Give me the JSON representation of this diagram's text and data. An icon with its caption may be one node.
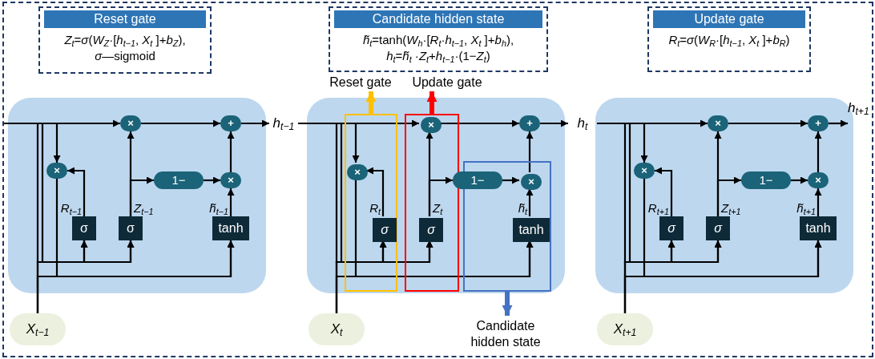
{
  "diagram": {
    "nodes": [
      {
        "text": [
          "Reset gate",
          "*Z*$_{t}$=*σ*(*W*$_{Z}$·[*h*$_{t−1}$, *X*$_{t}$ ]+*b*$_{Z}$),",
          "*σ*—sigmoid"
        ]
      },
      {
        "text": [
          "Candidate hidden state",
          "*h̃*$_{t}$=tanh(*W*$_{h}$·[*R*$_{t}$·*h*$_{t−1}$, *X*$_{t}$ ]+*b*$_{h}$),",
          "*h*$_{t}$=*h̃*$_{t}$ ·*Z*$_{t}$+*h*$_{t−1}$·(1−*Z*$_{t}$)"
        ]
      },
      {
        "text": [
          "Update gate",
          "*R*$_{t}$=*σ*(*W*$_{R}$·[*h*$_{t−1}$, *X*$_{t}$ ]+*b*$_{R}$)"
        ]
      },
      {
        "text": [
          "Reset gate"
        ]
      },
      {
        "text": [
          "Update gate"
        ]
      },
      {
        "text": [],
        "shape": "box"
      },
      {
        "text": [
          "×"
        ],
        "in": 5
      },
      {
        "text": [
          "+"
        ],
        "in": 5
      },
      {
        "text": [
          "×"
        ],
        "in": 5
      },
      {
        "text": [
          "1−"
        ],
        "in": 5
      },
      {
        "text": [
          "×"
        ],
        "in": 5
      },
      {
        "text": [
          "σ"
        ],
        "in": 5
      },
      {
        "text": [
          "σ"
        ],
        "in": 5
      },
      {
        "text": [
          "tanh"
        ],
        "in": 5
      },
      {
        "text": [
          "X$_{t−1}$"
        ]
      },
      {
        "text": [
          "h$_{t−1}$"
        ]
      },
      {
        "text": [],
        "shape": "box"
      },
      {
        "text": [],
        "shape": "box",
        "in": 16
      },
      {
        "text": [],
        "shape": "box",
        "in": 16
      },
      {
        "text": [],
        "shape": "box",
        "in": 16
      },
      {
        "text": [
          "×"
        ],
        "in": 18
      },
      {
        "text": [
          "+"
        ],
        "in": 16
      },
      {
        "text": [
          "×"
        ],
        "in": 17
      },
      {
        "text": [
          "1−"
        ],
        "in": 16
      },
      {
        "text": [
          "×"
        ],
        "in": 19
      },
      {
        "text": [
          "σ"
        ],
        "in": 17
      },
      {
        "text": [
          "σ"
        ],
        "in": 18
      },
      {
        "text": [
          "tanh"
        ],
        "in": 19
      },
      {
        "text": [
          "X$_{t}$"
        ]
      },
      {
        "text": [
          "h$_{t}$"
        ]
      },
      {
        "text": [
          "Candidate hidden state"
        ]
      },
      {
        "text": [],
        "shape": "box"
      },
      {
        "text": [
          "×"
        ],
        "in": 31
      },
      {
        "text": [
          "+"
        ],
        "in": 31
      },
      {
        "text": [
          "×"
        ],
        "in": 31
      },
      {
        "text": [
          "1−"
        ],
        "in": 31
      },
      {
        "text": [
          "×"
        ],
        "in": 31
      },
      {
        "text": [
          "σ"
        ],
        "in": 31
      },
      {
        "text": [
          "σ"
        ],
        "in": 31
      },
      {
        "text": [
          "tanh"
        ],
        "in": 31
      },
      {
        "text": [
          "X$_{t+1}$"
        ]
      },
      {
        "text": [
          "h$_{t+1}$"
        ]
      }
    ],
    "edges": [
      {
        "from": null,
        "to": 6,
        "arrow": "to"
      },
      {
        "from": null,
        "to": 8,
        "arrow": "to"
      },
      {
        "from": null,
        "to": 11,
        "arrow": "to"
      },
      {
        "from": null,
        "to": 12,
        "arrow": "to"
      },
      {
        "from": 14,
        "to": 11,
        "arrow": "to"
      },
      {
        "from": 14,
        "to": 12,
        "arrow": "to"
      },
      {
        "from": 14,
        "to": 13,
        "arrow": "to"
      },
      {
        "from": 8,
        "to": 13,
        "arrow": "to"
      },
      {
        "from": 11,
        "to": 8,
        "arrow": "to",
        "label": "R$_{t−1}$"
      },
      {
        "from": 12,
        "to": 6,
        "arrow": "to",
        "label": "Z$_{t−1}$"
      },
      {
        "from": 12,
        "to": 9,
        "arrow": "to"
      },
      {
        "from": 9,
        "to": 10,
        "arrow": "to"
      },
      {
        "from": 13,
        "to": 10,
        "arrow": "to",
        "label": "h̃$_{t−1}$"
      },
      {
        "from": 10,
        "to": 7,
        "arrow": "to"
      },
      {
        "from": 6,
        "to": 7,
        "arrow": "to"
      },
      {
        "from": 7,
        "to": 15,
        "arrow": "to"
      },
      {
        "from": 15,
        "to": 20,
        "arrow": "to"
      },
      {
        "from": 15,
        "to": 22,
        "arrow": "to"
      },
      {
        "from": 15,
        "to": 25,
        "arrow": "to"
      },
      {
        "from": 15,
        "to": 26,
        "arrow": "to"
      },
      {
        "from": 28,
        "to": 25,
        "arrow": "to"
      },
      {
        "from": 28,
        "to": 26,
        "arrow": "to"
      },
      {
        "from": 28,
        "to": 27,
        "arrow": "to"
      },
      {
        "from": 22,
        "to": 27,
        "arrow": "to"
      },
      {
        "from": 25,
        "to": 22,
        "arrow": "to",
        "label": "R$_{t}$"
      },
      {
        "from": 26,
        "to": 20,
        "arrow": "to",
        "label": "Z$_{t}$"
      },
      {
        "from": 26,
        "to": 23,
        "arrow": "to"
      },
      {
        "from": 23,
        "to": 24,
        "arrow": "to"
      },
      {
        "from": 27,
        "to": 24,
        "arrow": "to",
        "label": "h̃$_{t}$"
      },
      {
        "from": 24,
        "to": 21,
        "arrow": "to"
      },
      {
        "from": 20,
        "to": 21,
        "arrow": "to"
      },
      {
        "from": 21,
        "to": 29,
        "arrow": "to"
      },
      {
        "from": 29,
        "to": 32,
        "arrow": "to"
      },
      {
        "from": 29,
        "to": 34,
        "arrow": "to"
      },
      {
        "from": 29,
        "to": 37,
        "arrow": "to"
      },
      {
        "from": 29,
        "to": 38,
        "arrow": "to"
      },
      {
        "from": 40,
        "to": 37,
        "arrow": "to"
      },
      {
        "from": 40,
        "to": 38,
        "arrow": "to"
      },
      {
        "from": 40,
        "to": 39,
        "arrow": "to"
      },
      {
        "from": 34,
        "to": 39,
        "arrow": "to"
      },
      {
        "from": 37,
        "to": 34,
        "arrow": "to",
        "label": "R$_{t+1}$"
      },
      {
        "from": 38,
        "to": 32,
        "arrow": "to",
        "label": "Z$_{t+1}$"
      },
      {
        "from": 38,
        "to": 35,
        "arrow": "to"
      },
      {
        "from": 35,
        "to": 36,
        "arrow": "to"
      },
      {
        "from": 39,
        "to": 36,
        "arrow": "to",
        "label": "h̃$_{t+1}$"
      },
      {
        "from": 36,
        "to": 33,
        "arrow": "to"
      },
      {
        "from": 32,
        "to": 33,
        "arrow": "to"
      },
      {
        "from": 33,
        "to": 41,
        "arrow": "to"
      },
      {
        "from": 17,
        "to": 3,
        "arrow": "to",
        "style": "thick",
        "color": "#ffc000"
      },
      {
        "from": 18,
        "to": 4,
        "arrow": "to",
        "style": "thick",
        "color": "#ff0000"
      },
      {
        "from": 19,
        "to": 30,
        "arrow": "to",
        "style": "thick",
        "color": "#4472c4"
      }
    ]
  }
}
